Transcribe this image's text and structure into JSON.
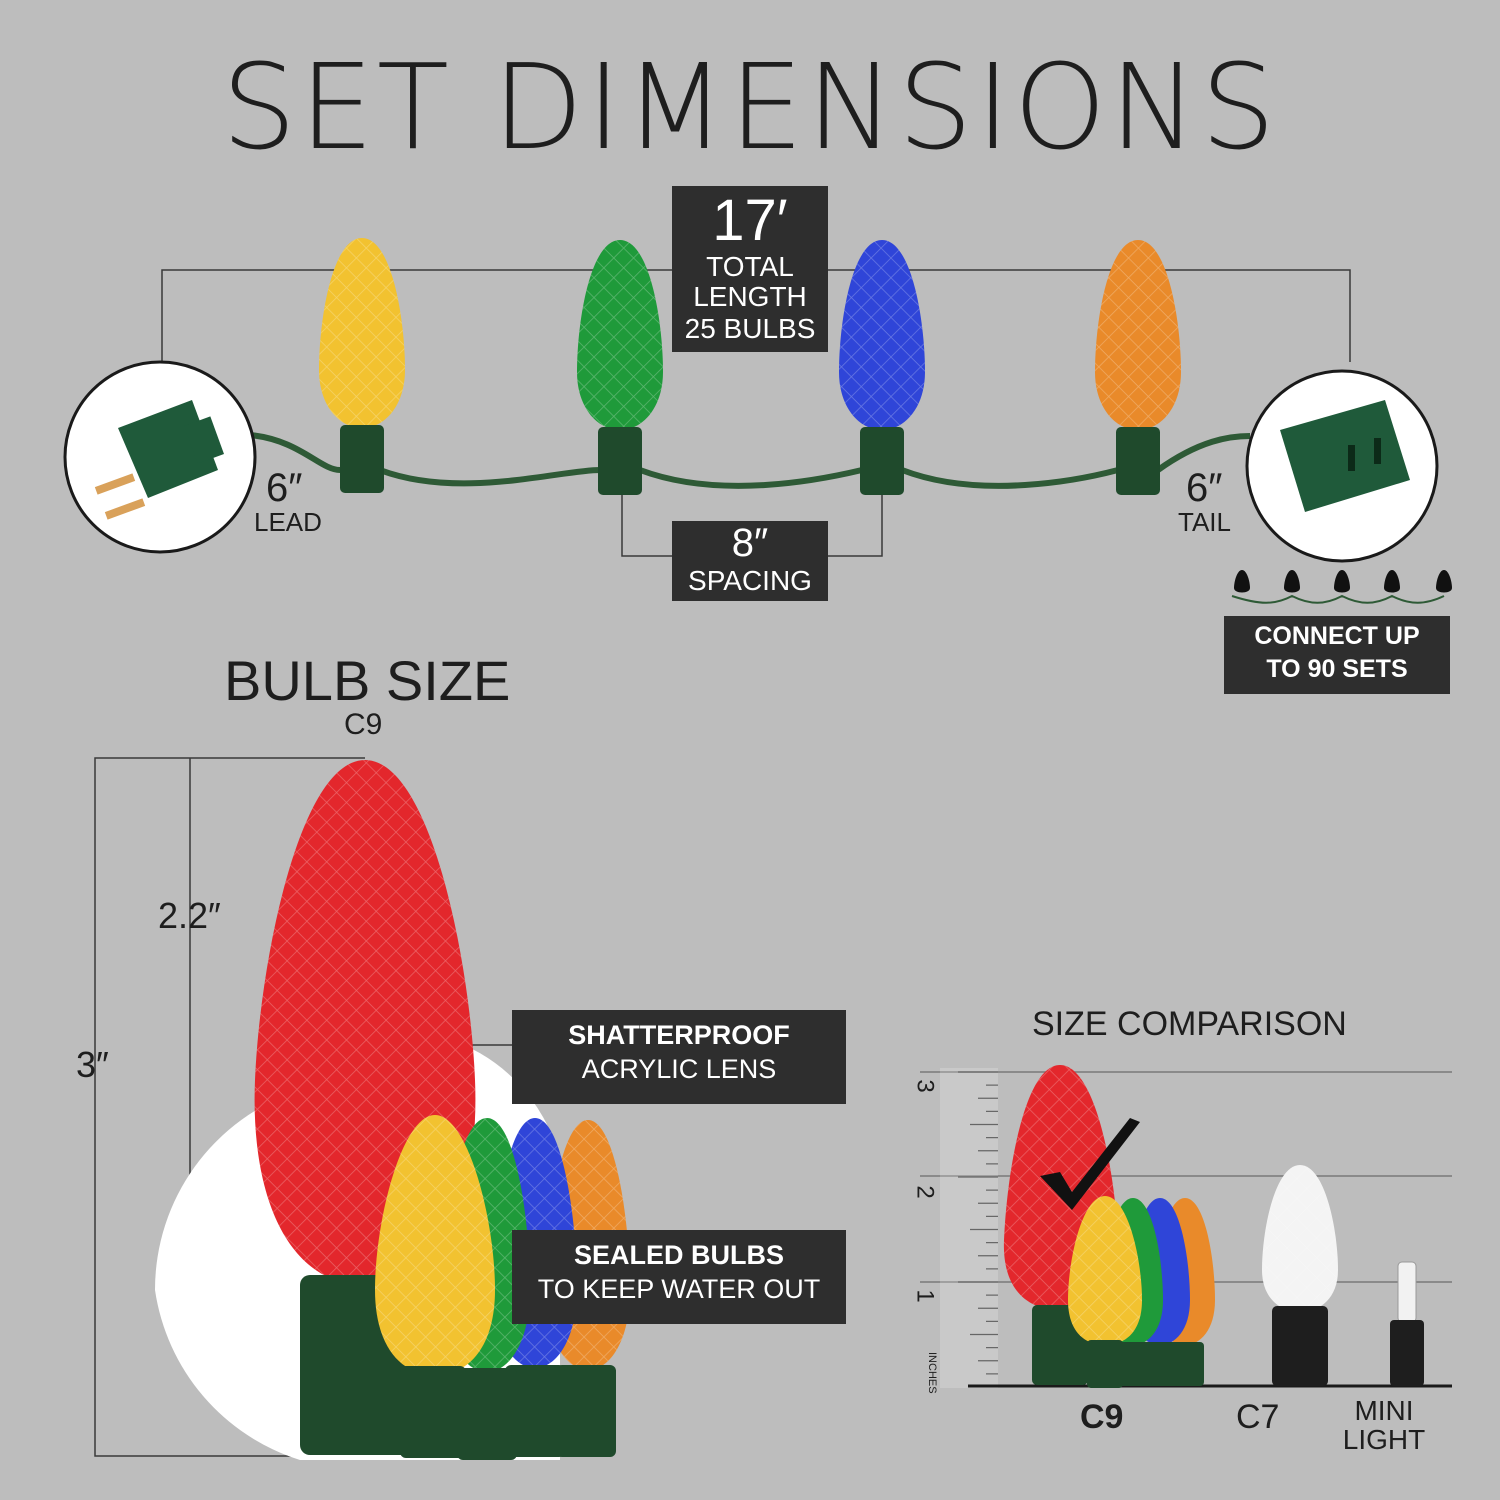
{
  "title": "SET DIMENSIONS",
  "total_length": {
    "value": "17′",
    "line1": "TOTAL",
    "line2": "LENGTH",
    "line3": "25 BULBS"
  },
  "lead": {
    "value": "6″",
    "label": "LEAD"
  },
  "tail": {
    "value": "6″",
    "label": "TAIL"
  },
  "spacing": {
    "value": "8″",
    "label": "SPACING"
  },
  "connect": {
    "line1": "CONNECT UP",
    "line2": "TO 90 SETS"
  },
  "bulb_size": {
    "title": "BULB SIZE",
    "type": "C9"
  },
  "dimensions": {
    "lens_height": "2.2″",
    "total_height": "3″"
  },
  "callouts": {
    "lens": {
      "bold": "SHATTERPROOF",
      "text": "ACRYLIC LENS"
    },
    "sealed": {
      "bold": "SEALED BULBS",
      "text": "TO KEEP WATER OUT"
    }
  },
  "comparison": {
    "title": "SIZE COMPARISON",
    "ruler_labels": [
      "3",
      "2",
      "1",
      "INCHES"
    ],
    "items": [
      {
        "label": "C9",
        "selected": true
      },
      {
        "label": "C7",
        "selected": false
      },
      {
        "label": "MINI",
        "label2": "LIGHT",
        "selected": false
      }
    ]
  },
  "colors": {
    "yellow": "#f2c230",
    "green": "#1f9a3a",
    "blue": "#2f45d8",
    "orange": "#e98a2a",
    "red": "#e3272c",
    "wire": "#2e5a36",
    "base": "#1f4a2c",
    "label_box": "#2e2e2e"
  }
}
